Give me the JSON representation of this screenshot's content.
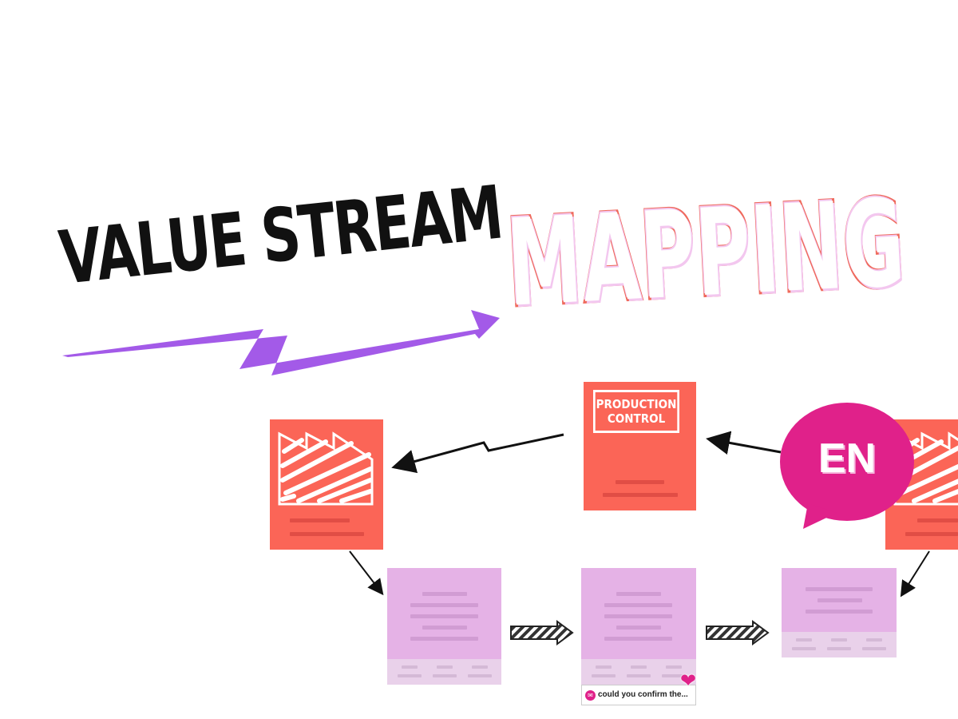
{
  "title": {
    "line1": "VALUE STREAM",
    "line2": "MAPPING"
  },
  "diagram": {
    "production_control_label_line1": "PRODUCTION",
    "production_control_label_line2": "CONTROL"
  },
  "comment": {
    "text": "could you confirm the..."
  },
  "language_badge": {
    "label": "EN"
  },
  "colors": {
    "red_box": "#fb6557",
    "pink_box": "#e5b2e6",
    "accent_purple": "#a35ae8",
    "badge_magenta": "#e0218a",
    "title_outline": "#ef6a5c"
  }
}
